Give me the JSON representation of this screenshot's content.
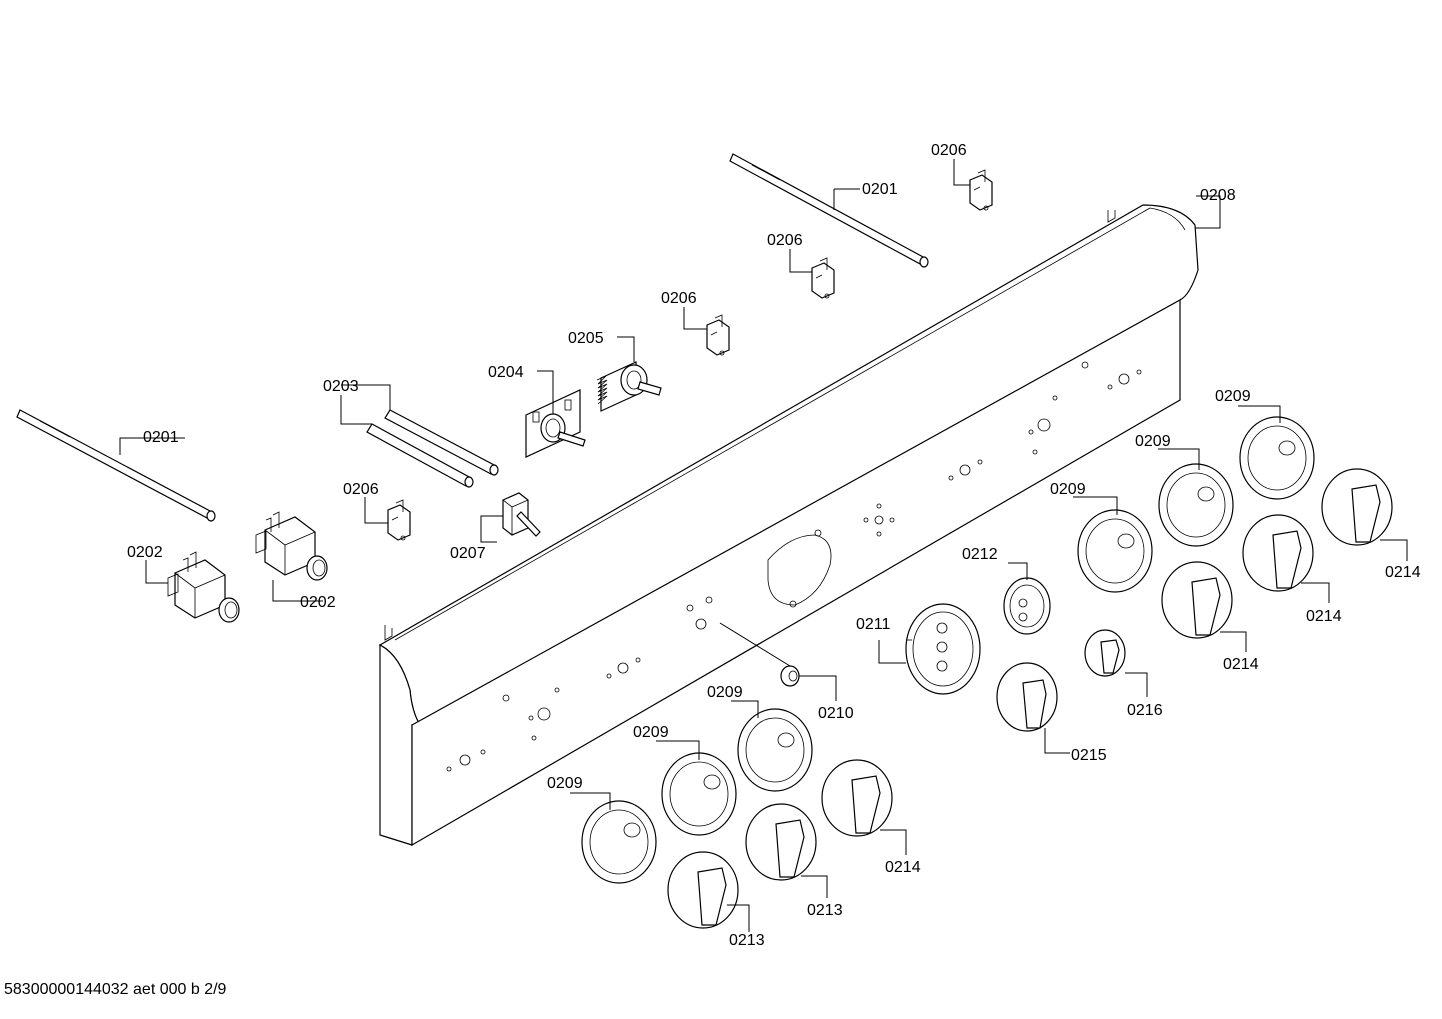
{
  "footer": {
    "drawing_id": "58300000144032 aet 000 b 2/9"
  },
  "callouts": {
    "c0201a": "0201",
    "c0201b": "0201",
    "c0202a": "0202",
    "c0202b": "0202",
    "c0203": "0203",
    "c0204": "0204",
    "c0205": "0205",
    "c0206a": "0206",
    "c0206b": "0206",
    "c0206c": "0206",
    "c0206d": "0206",
    "c0207": "0207",
    "c0208": "0208",
    "c0209a": "0209",
    "c0209b": "0209",
    "c0209c": "0209",
    "c0209d": "0209",
    "c0209e": "0209",
    "c0209f": "0209",
    "c0210": "0210",
    "c0211": "0211",
    "c0212": "0212",
    "c0213a": "0213",
    "c0213b": "0213",
    "c0214a": "0214",
    "c0214b": "0214",
    "c0214c": "0214",
    "c0214d": "0214",
    "c0215": "0215",
    "c0216": "0216"
  }
}
